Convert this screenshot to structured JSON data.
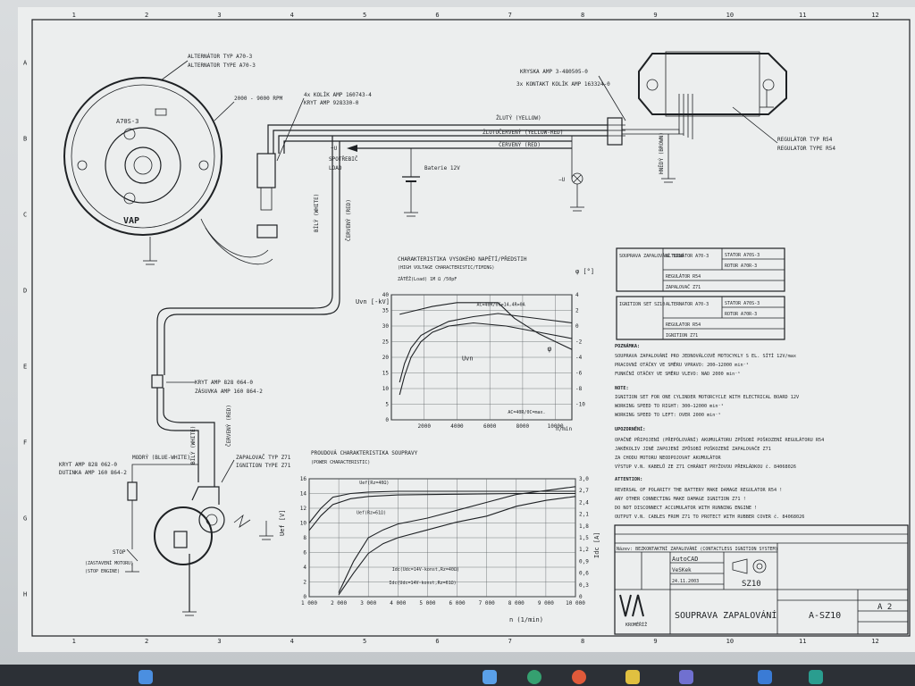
{
  "border": {
    "top_numbers": [
      "1",
      "2",
      "3",
      "4",
      "5",
      "6",
      "7",
      "8",
      "9",
      "10",
      "11",
      "12"
    ],
    "side_letters": [
      "A",
      "B",
      "C",
      "D",
      "E",
      "F",
      "G",
      "H"
    ]
  },
  "diagram": {
    "alt_type_cz": "ALTERNÁTOR TYP A70-3",
    "alt_type_en": "ALTERNATOR TYPE A70-3",
    "alt_model": "A70S-3",
    "speed_note": "2000 - 9000 RPM",
    "conn_line1": "4x KOLÍK AMP 160743-4",
    "conn_line2": "KRYT AMP 928330-0",
    "reg_conn_line1": "KRYSKA AMP 3-480505-0",
    "reg_conn_line2": "3x KONTAKT KOLÍK AMP 163324-0",
    "wire_yellow": "ŽLUTÝ (YELLOW)",
    "wire_yellow_red": "ŽLUTOČERVENÝ (YELLOW-RED)",
    "wire_red": "ČERVENÝ (RED)",
    "consumer_cz": "SPOTŘEBIČ",
    "consumer_en": "LOAD",
    "battery": "Baterie 12V",
    "brown": "HNĚDÝ (BROWN)",
    "blue_white": "MODRÝ (BLUE-WHITE)",
    "red_wire_vertical": "ČERVENÝ (RED)",
    "white_wire": "BÍLÝ (WHITE)",
    "regulator_cz": "REGULÁTOR TYP R54",
    "regulator_en": "REGULATOR TYPE R54",
    "mid_conn_line1": "KRYT AMP 828 064-0",
    "mid_conn_line2": "ZÁSUVKA AMP 160 864-2",
    "left_conn_line1": "KRYT AMP 828 062-0",
    "left_conn_line2": "DUTINKA AMP 160 864-2",
    "ignition_cz": "ZAPALOVAČ TYP Z71",
    "ignition_en": "IGNITION TYPE Z71",
    "stop_label": "STOP",
    "stop_cz": "(ZASTAVENÍ MOTORU)",
    "stop_en": "(STOP ENGINE)",
    "plus_u": "+U",
    "minus_u": "−U"
  },
  "table": {
    "row1_set": "SOUPRAVA ZAPALOVÁNÍ SZ10",
    "row1_alt": "ALTERNÁTOR A70-3",
    "row1_stator": "STATOR A70S-3",
    "row1_rotor": "ROTOR A70R-3",
    "row1_reg": "REGULÁTOR R54",
    "row1_ign": "ZAPALOVAČ Z71",
    "row2_set": "IGNITION SET SZ10",
    "row2_alt": "ALTERNATOR A70-3",
    "row2_stator": "STATOR A70S-3",
    "row2_rotor": "ROTOR A70R-3",
    "row2_reg": "REGULATOR R54",
    "row2_ign": "IGNITION Z71"
  },
  "notes": {
    "heading_cz": "POZNÁMKA:",
    "cz1": "SOUPRAVA ZAPALOVÁNÍ PRO JEDNOVÁLCOVÉ MOTOCYKLY S EL. SÍTÍ 12V/max",
    "cz2": "PRACOVNÍ OTÁČKY VE SMĚRU VPRAVO: 200–12000 min⁻¹",
    "cz3": "FUNKČNÍ OTÁČKY VE SMĚRU VLEVO: NAD 2000 min⁻¹",
    "heading_en": "NOTE:",
    "en1": "IGNITION SET FOR ONE CYLINDER MOTORCYCLE WITH ELECTRICAL BOARD 12V",
    "en2": "WORKING SPEED TO RIGHT: 300–12000 min⁻¹",
    "en3": "WORKING SPEED TO LEFT: OVER 2000 min⁻¹",
    "warn_cz": "UPOZORNĚNÍ:",
    "wcz1": "OPAČNÉ PŘIPOJENÍ (PŘEPÓLOVÁNÍ) AKUMULÁTORU ZPŮSOBÍ POŠKOZENÍ REGULÁTORU R54",
    "wcz2": "JAKÉKOLIV JINÉ ZAPOJENÍ ZPŮSOBÍ POŠKOZENÍ ZAPALOVAČE Z71",
    "wcz3": "ZA CHODU MOTORU NEODPOJOVAT AKUMULÁTOR",
    "wcz4": "VÝSTUP V.N. KABELŮ ZE Z71 CHRÁNIT PRYŽOVOU PŘEKLÁDKOU č. 84068026",
    "warn_en": "ATTENTION:",
    "wen1": "REVERSAL OF POLARITY THE BATTERY MAKE DAMAGE REGULATOR R54 !",
    "wen2": "ANY OTHER CONNECTING MAKE DAMAGE IGNITION Z71 !",
    "wen3": "DO NOT DISCONNECT ACCUMULATOR WITH RUNNING ENGINE !",
    "wen4": "OUTPUT V.N. CABLES FROM Z71 TO PROTECT WITH RUBBER COVER č. 84068026"
  },
  "titleblock": {
    "name_cz": "Název: BEZKONTAKTNÍ ZAPALOVÁNÍ (CONTACTLESS IGNITION SYSTEM)",
    "software": "AutoCAD",
    "author": "VeSKek",
    "date": "24.11.2003",
    "code_small": "SZ10",
    "logo": "VAP",
    "city": "KROMĚŘÍŽ",
    "title": "SOUPRAVA ZAPALOVÁNÍ",
    "drawing_no": "A-SZ10",
    "format": "A 2"
  },
  "chart_data": [
    {
      "type": "line",
      "title": "CHARAKTERISTIKA VYSOKÉHO NAPĚTÍ/PŘEDSTIH",
      "subtitle": "(HIGH VOLTAGE CHARACTERISTIC/TIMING)",
      "condition": "ZÁTĚŽ(Load) 1M Ω /50pF",
      "ylabel": "Uvn [-kV]",
      "y2label": "φ [°]",
      "xlabel": "n/min",
      "xlim": [
        0,
        11000
      ],
      "ylim": [
        0,
        40
      ],
      "y2lim": [
        -12,
        4
      ],
      "x_ticks": [
        2000,
        4000,
        6000,
        8000,
        10000
      ],
      "y_ticks": [
        0,
        5,
        10,
        15,
        20,
        25,
        30,
        35,
        40
      ],
      "y2_ticks": [
        -10,
        -8,
        -6,
        -4,
        -2,
        0,
        2,
        4
      ],
      "annotations": [
        "AC=40R/0C=14,4R=0A",
        "AC=40R/0C=max.",
        "Uvn",
        "φ"
      ],
      "series": [
        {
          "name": "Uvn",
          "x": [
            500,
            800,
            1200,
            1800,
            2500,
            3500,
            5000,
            7000,
            9000,
            11000
          ],
          "y": [
            8,
            14,
            20,
            25,
            28,
            30,
            31,
            30,
            28,
            26
          ]
        },
        {
          "x": [
            500,
            800,
            1200,
            1800,
            2500,
            3500,
            5000,
            6500,
            8000,
            9500,
            11000
          ],
          "y": [
            12,
            18,
            23,
            27,
            29,
            31.5,
            33,
            34,
            33,
            32,
            31
          ]
        },
        {
          "name": "φ",
          "axis": "y2",
          "x": [
            500,
            1500,
            2500,
            4000,
            6500,
            7500,
            9000,
            11000
          ],
          "y": [
            1.5,
            2,
            2.5,
            3,
            3,
            1,
            -1,
            -3
          ]
        }
      ]
    },
    {
      "type": "line",
      "title": "PROUDOVÁ CHARAKTERISTIKA SOUPRAVY",
      "subtitle": "(POWER CHARACTERISTIC)",
      "ylabel": "Uef [V]",
      "y2label": "Idc [A]",
      "xlabel": "n (1/min)",
      "xlim": [
        1000,
        10000
      ],
      "ylim": [
        0,
        16
      ],
      "y2lim": [
        0,
        3.0
      ],
      "x_ticks": [
        1000,
        2000,
        3000,
        4000,
        5000,
        6000,
        7000,
        8000,
        9000,
        10000
      ],
      "x_tick_labels": [
        "1 000",
        "2 000",
        "3 000",
        "4 000",
        "5 000",
        "6 000",
        "7 000",
        "8 000",
        "9 000",
        "10 000"
      ],
      "y_ticks": [
        0,
        2,
        4,
        6,
        8,
        10,
        12,
        14,
        16
      ],
      "y2_ticks": [
        0.0,
        0.3,
        0.6,
        0.9,
        1.2,
        1.5,
        1.8,
        2.1,
        2.4,
        2.7,
        3.0
      ],
      "y2_tick_labels": [
        "0",
        "0,3",
        "0,6",
        "0,9",
        "1,2",
        "1,5",
        "1,8",
        "2,1",
        "2,4",
        "2,7",
        "3,0"
      ],
      "annotations": [
        "Uef(Rz=40Ω)",
        "Uef(Rz=61Ω)",
        "Idc(Udc=14V-konst,Rz=40Ω)",
        "Idc(Udc=14V-konst,Rz=61Ω)"
      ],
      "series": [
        {
          "name": "Uef(Rz=40Ω)",
          "x": [
            1000,
            1400,
            1800,
            2400,
            3000,
            4000,
            6000,
            8000,
            10000
          ],
          "y": [
            10,
            12,
            13.5,
            14,
            14.2,
            14.3,
            14.3,
            14.3,
            14.3
          ]
        },
        {
          "name": "Uef(Rz=61Ω)",
          "x": [
            1000,
            1400,
            1800,
            2400,
            3000,
            4000,
            6000,
            8000,
            10000
          ],
          "y": [
            9,
            11,
            12.5,
            13.3,
            13.6,
            13.8,
            13.9,
            14,
            14
          ]
        },
        {
          "name": "Idc(Udc=14V-konst,Rz=40Ω)",
          "axis": "y2",
          "x": [
            2000,
            2500,
            3000,
            3500,
            4000,
            5000,
            6000,
            7000,
            8000,
            9000,
            10000
          ],
          "y": [
            0.1,
            0.9,
            1.5,
            1.7,
            1.85,
            2.0,
            2.2,
            2.4,
            2.6,
            2.7,
            2.8
          ]
        },
        {
          "name": "Idc(Udc=14V-konst,Rz=61Ω)",
          "axis": "y2",
          "x": [
            2000,
            2500,
            3000,
            3500,
            4000,
            5000,
            6000,
            7000,
            8000,
            9000,
            10000
          ],
          "y": [
            0.05,
            0.6,
            1.1,
            1.35,
            1.5,
            1.7,
            1.9,
            2.05,
            2.3,
            2.45,
            2.55
          ]
        }
      ]
    }
  ]
}
